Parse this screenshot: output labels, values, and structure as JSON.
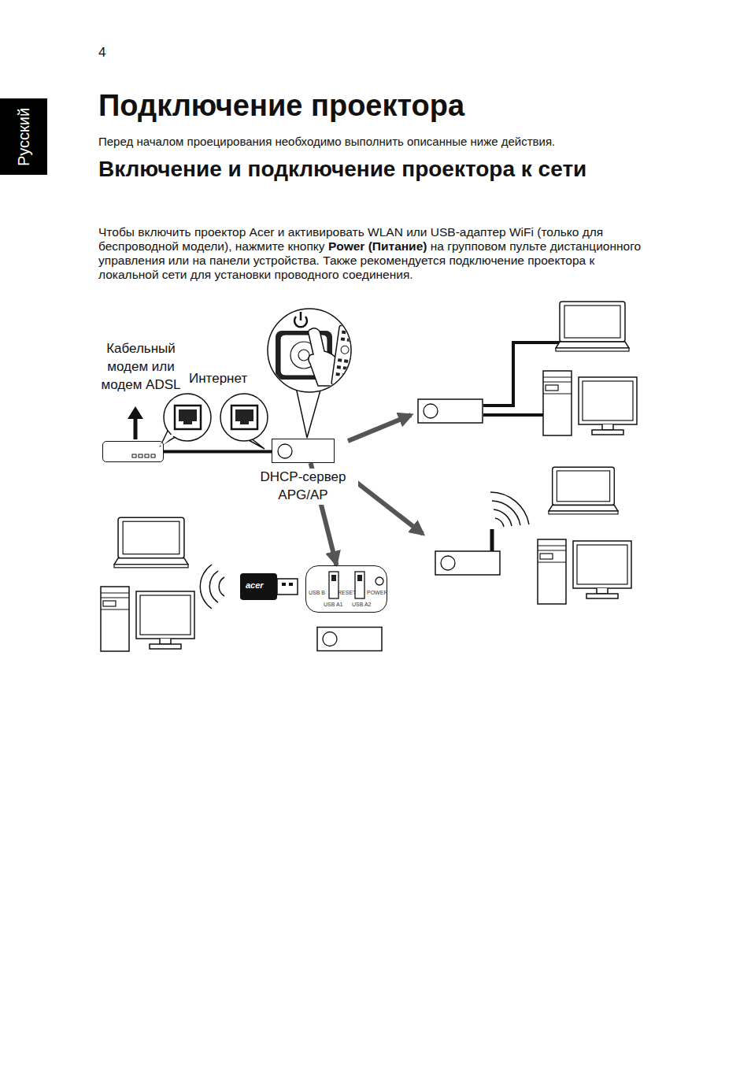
{
  "diagram": {
    "title": "Подключение проектора",
    "nodes": [
      {
        "text": [
          "Русский"
        ]
      },
      {
        "text": [
          "Кабельный модем или модем ADSL"
        ]
      },
      {
        "text": [
          "DHCP-сервер APG/AP"
        ]
      },
      {
        "text": [
          "USB B",
          "RESET",
          "POWER",
          "USB A1",
          "USB A2"
        ]
      }
    ],
    "edges": [
      {
        "from": 1,
        "to": 2,
        "arrow": "none"
      },
      {
        "from": 2,
        "to": 3,
        "arrow": "to"
      }
    ],
    "labels": [
      "4",
      "Перед началом проецирования необходимо выполнить описанные ниже действия.",
      "Включение и подключение проектора к сети",
      "Чтобы включить проектор Acer и активировать WLAN или USB-адаптер WiFi (только для беспроводной модели), нажмите кнопку",
      "Power (Питание)",
      "на групповом пульте дистанционного управления или на панели устройства. Также рекомендуется подключение проектора к локальной сети для установки проводного соединения.",
      "Интернет",
      "acer"
    ]
  }
}
